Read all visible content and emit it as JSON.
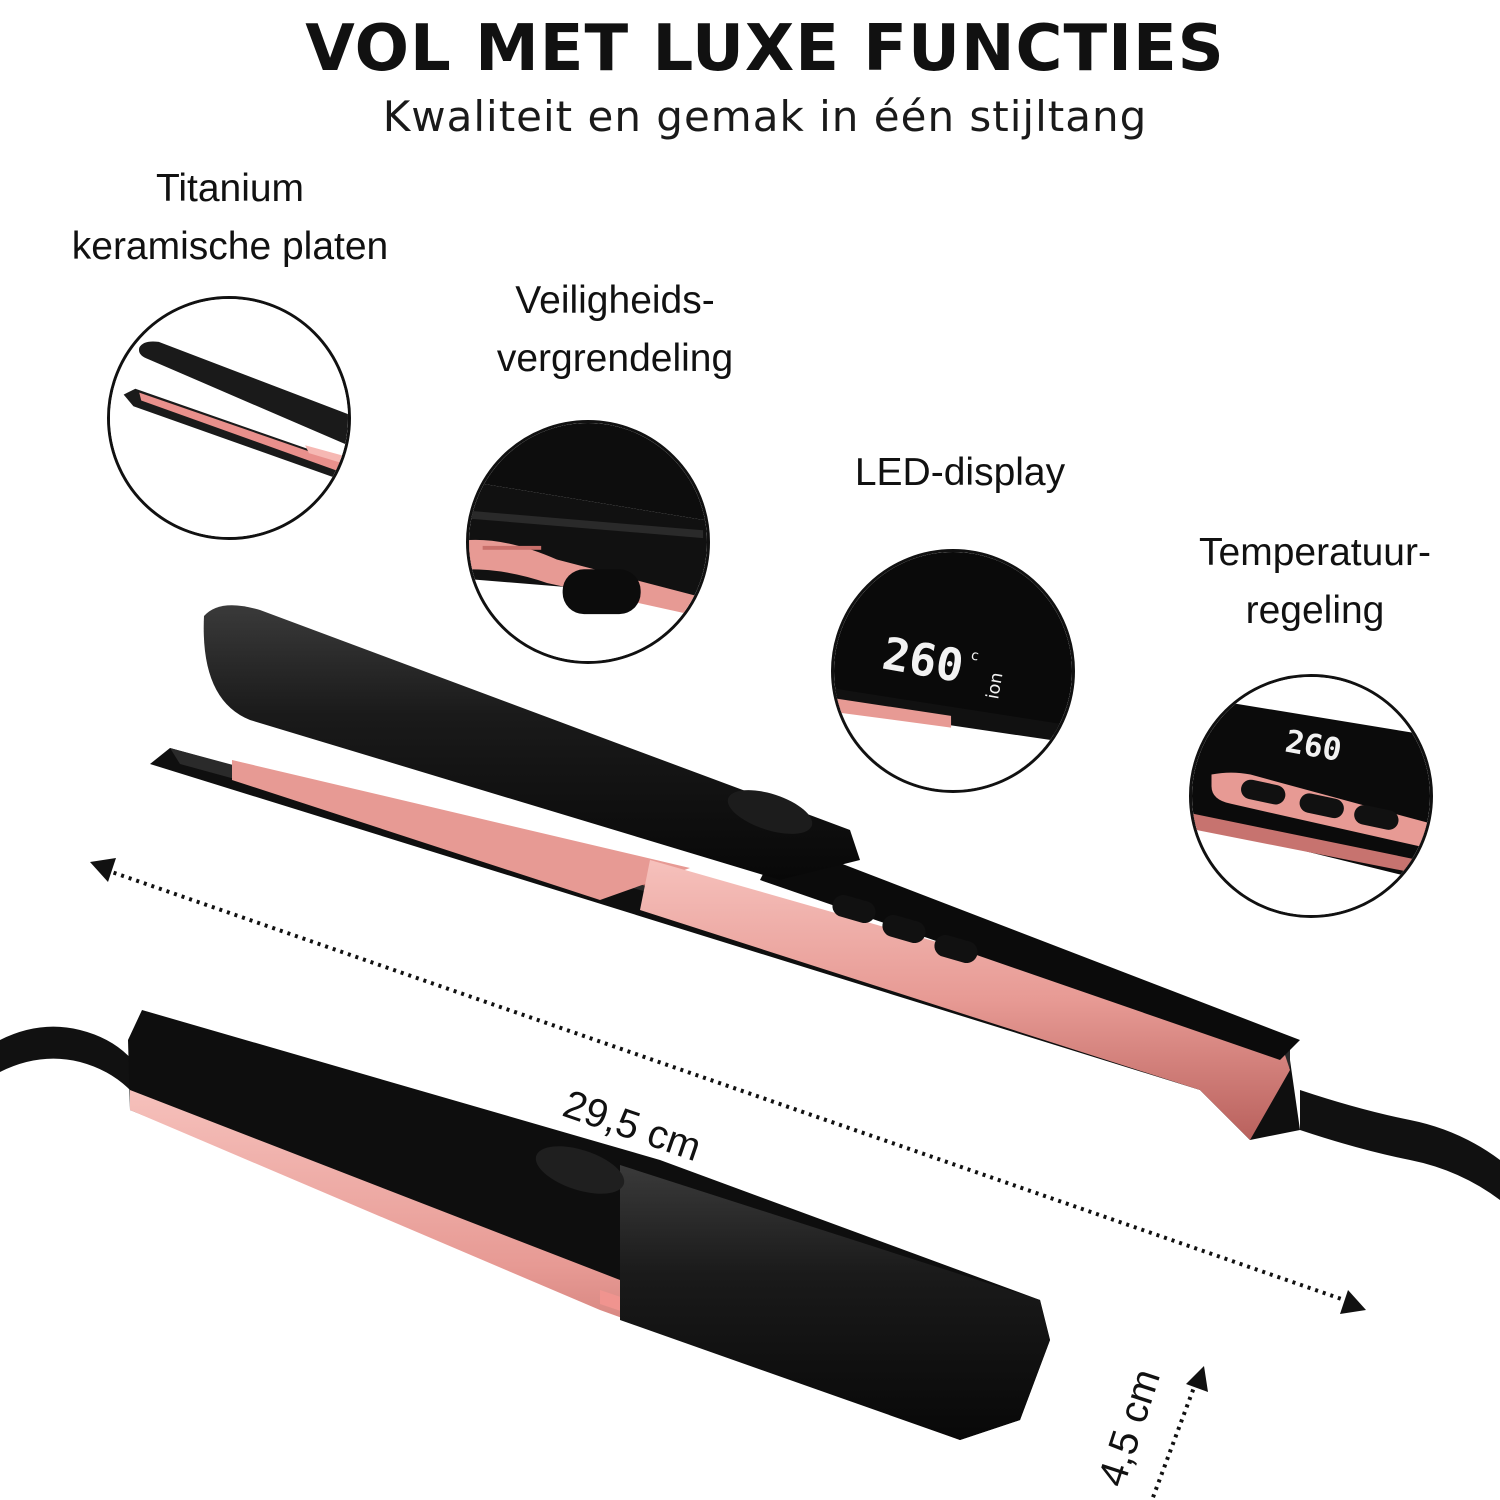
{
  "header": {
    "title": "VOL MET LUXE FUNCTIES",
    "subtitle": "Kwaliteit en gemak in één stijltang"
  },
  "features": [
    {
      "line1": "Titanium",
      "line2": "keramische platen",
      "icon": "titanium-plates-detail"
    },
    {
      "line1": "Veiligheids-",
      "line2": "vergrendeling",
      "icon": "safety-lock-detail"
    },
    {
      "line1": "LED-display",
      "line2": "",
      "icon": "led-display-detail"
    },
    {
      "line1": "Temperatuur-",
      "line2": "regeling",
      "icon": "temperature-control-detail"
    }
  ],
  "display": {
    "temperature": "260",
    "unit": "c",
    "ion_label": "ion"
  },
  "dimensions": {
    "length": "29,5 cm",
    "width": "4,5 cm"
  },
  "colors": {
    "body": "#141414",
    "rose_gold": "#e79a94",
    "rose_gold_dark": "#b9615d",
    "plate": "#f1a3a0"
  }
}
